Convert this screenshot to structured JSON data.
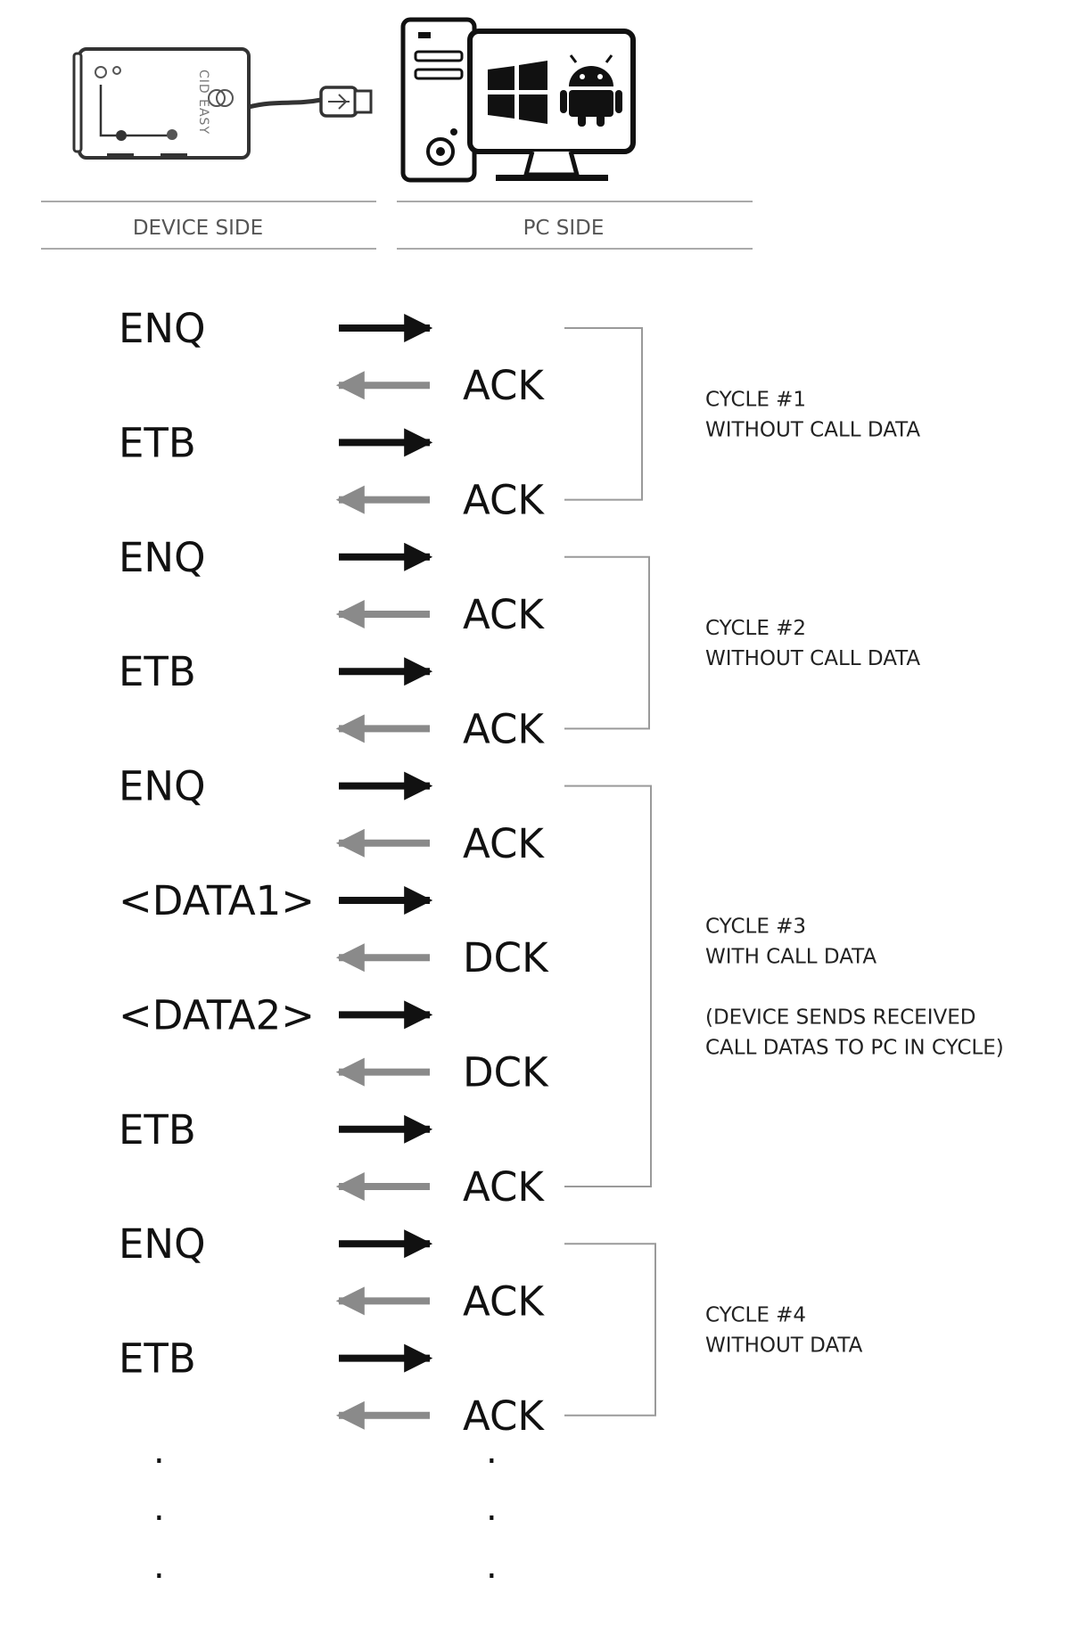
{
  "header": {
    "device_side_label": "DEVICE SIDE",
    "pc_side_label": "PC SIDE",
    "device_logo_text": "CID EASY"
  },
  "icons": {
    "device": "cid-easy-device-icon",
    "usb": "usb-plug-icon",
    "pc": "desktop-pc-icon",
    "windows": "windows-icon",
    "android": "android-icon"
  },
  "colors": {
    "device_to_pc_arrow": "#111111",
    "pc_to_device_arrow": "#8a8a8a",
    "bracket": "#9a9a9a",
    "divider": "#aaaaaa"
  },
  "sequence": [
    {
      "dir": "to_pc",
      "label": "ENQ"
    },
    {
      "dir": "to_device",
      "label": "ACK"
    },
    {
      "dir": "to_pc",
      "label": "ETB"
    },
    {
      "dir": "to_device",
      "label": "ACK"
    },
    {
      "dir": "to_pc",
      "label": "ENQ"
    },
    {
      "dir": "to_device",
      "label": "ACK"
    },
    {
      "dir": "to_pc",
      "label": "ETB"
    },
    {
      "dir": "to_device",
      "label": "ACK"
    },
    {
      "dir": "to_pc",
      "label": "ENQ"
    },
    {
      "dir": "to_device",
      "label": "ACK"
    },
    {
      "dir": "to_pc",
      "label": "<DATA1>"
    },
    {
      "dir": "to_device",
      "label": "DCK"
    },
    {
      "dir": "to_pc",
      "label": "<DATA2>"
    },
    {
      "dir": "to_device",
      "label": "DCK"
    },
    {
      "dir": "to_pc",
      "label": "ETB"
    },
    {
      "dir": "to_device",
      "label": "ACK"
    },
    {
      "dir": "to_pc",
      "label": "ENQ"
    },
    {
      "dir": "to_device",
      "label": "ACK"
    },
    {
      "dir": "to_pc",
      "label": "ETB"
    },
    {
      "dir": "to_device",
      "label": "ACK"
    }
  ],
  "cycles": [
    {
      "first": 0,
      "last": 3,
      "lines": [
        "CYCLE #1",
        "WITHOUT CALL DATA"
      ]
    },
    {
      "first": 4,
      "last": 7,
      "lines": [
        "CYCLE #2",
        "WITHOUT CALL DATA"
      ]
    },
    {
      "first": 8,
      "last": 15,
      "lines": [
        "CYCLE #3",
        "WITH CALL DATA",
        "",
        "(DEVICE SENDS RECEIVED",
        "CALL DATAS TO PC IN CYCLE)"
      ]
    },
    {
      "first": 16,
      "last": 19,
      "lines": [
        "CYCLE #4",
        "WITHOUT DATA"
      ]
    }
  ],
  "continuation": {
    "device": [
      ".",
      ".",
      "."
    ],
    "pc": [
      ".",
      ".",
      "."
    ]
  }
}
